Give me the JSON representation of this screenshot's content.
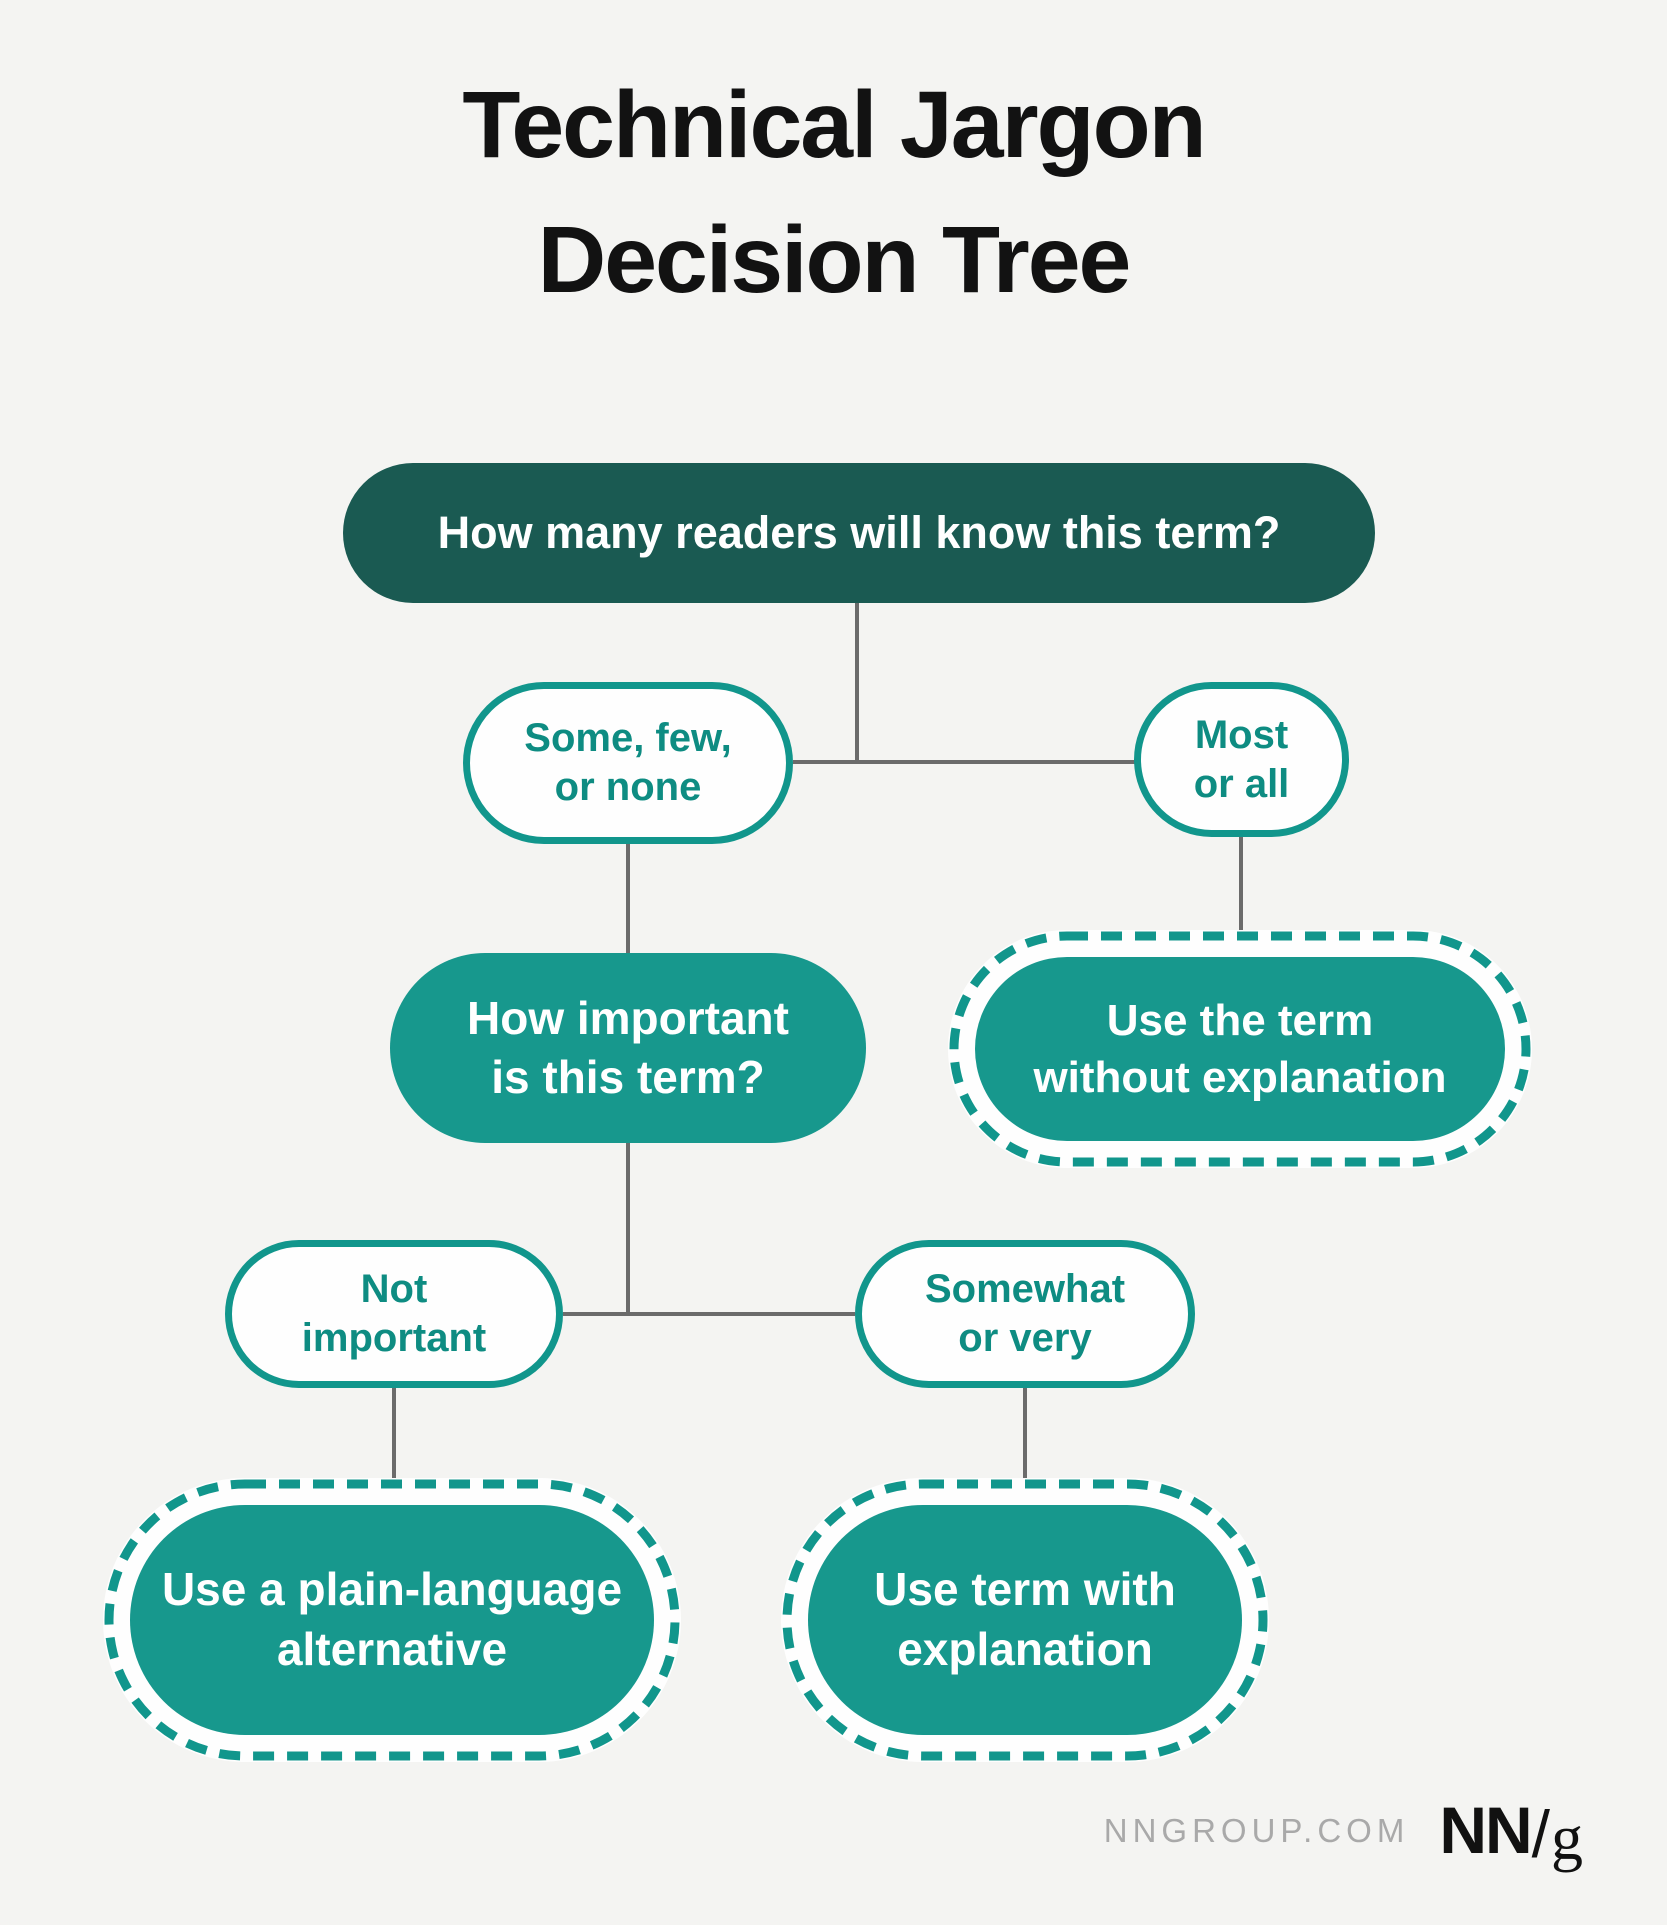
{
  "page": {
    "title": "Technical Jargon\nDecision Tree",
    "background_color": "#F4F4F2"
  },
  "colors": {
    "dark_teal": "#1A5A52",
    "teal_fill": "#17988D",
    "teal_border": "#11968C",
    "teal_text": "#0E8C82",
    "connector_gray": "#6B6B6B",
    "footer_gray": "#A9A9A9",
    "title_black": "#121212"
  },
  "tree": {
    "root_question": "How many readers will know this term?",
    "branch_some": "Some, few,\nor none",
    "branch_most": "Most\nor all",
    "question_importance": "How important\nis this term?",
    "outcome_use_without": "Use the term\nwithout explanation",
    "branch_not_important": "Not\nimportant",
    "branch_somewhat": "Somewhat\nor very",
    "outcome_plain_language": "Use a plain-language\nalternative",
    "outcome_with_explanation": "Use term with\nexplanation"
  },
  "footer": {
    "site": "NNGROUP.COM",
    "logo_nn": "NN",
    "logo_slash": "/",
    "logo_g": "g"
  }
}
